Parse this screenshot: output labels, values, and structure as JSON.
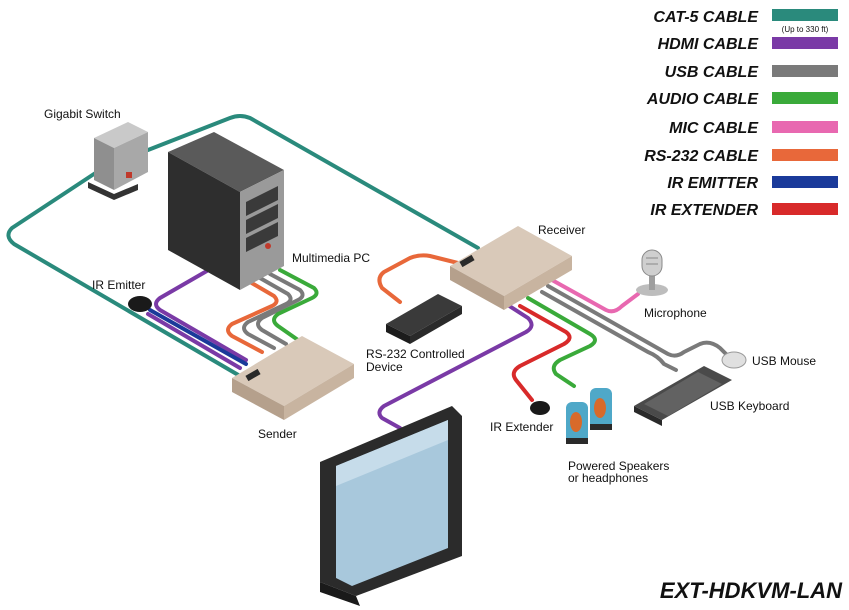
{
  "colors": {
    "cat5": "#2a8a7c",
    "hdmi": "#7a3aa6",
    "usb": "#7a7a7a",
    "audio": "#3aaa3a",
    "mic": "#e868b0",
    "rs232": "#e8683a",
    "ir_emitter": "#1a3a9a",
    "ir_extender": "#d82a2a"
  },
  "legend": {
    "items": [
      {
        "label": "CAT-5 CABLE",
        "note": "(Up to 330 ft)",
        "color_key": "cat5"
      },
      {
        "label": "HDMI CABLE",
        "color_key": "hdmi"
      },
      {
        "label": "USB CABLE",
        "color_key": "usb"
      },
      {
        "label": "AUDIO CABLE",
        "color_key": "audio"
      },
      {
        "label": "MIC CABLE",
        "color_key": "mic"
      },
      {
        "label": "RS-232 CABLE",
        "color_key": "rs232"
      },
      {
        "label": "IR EMITTER",
        "color_key": "ir_emitter"
      },
      {
        "label": "IR EXTENDER",
        "color_key": "ir_extender"
      }
    ]
  },
  "labels": {
    "gigabit_switch": "Gigabit Switch",
    "multimedia_pc": "Multimedia PC",
    "ir_emitter": "IR Emitter",
    "sender": "Sender",
    "receiver": "Receiver",
    "microphone": "Microphone",
    "rs232_line1": "RS-232 Controlled",
    "rs232_line2": "Device",
    "usb_mouse": "USB Mouse",
    "usb_keyboard": "USB Keyboard",
    "ir_extender": "IR Extender",
    "speakers_line1": "Powered Speakers",
    "speakers_line2": "or headphones"
  },
  "model_name": "EXT-HDKVM-LAN"
}
